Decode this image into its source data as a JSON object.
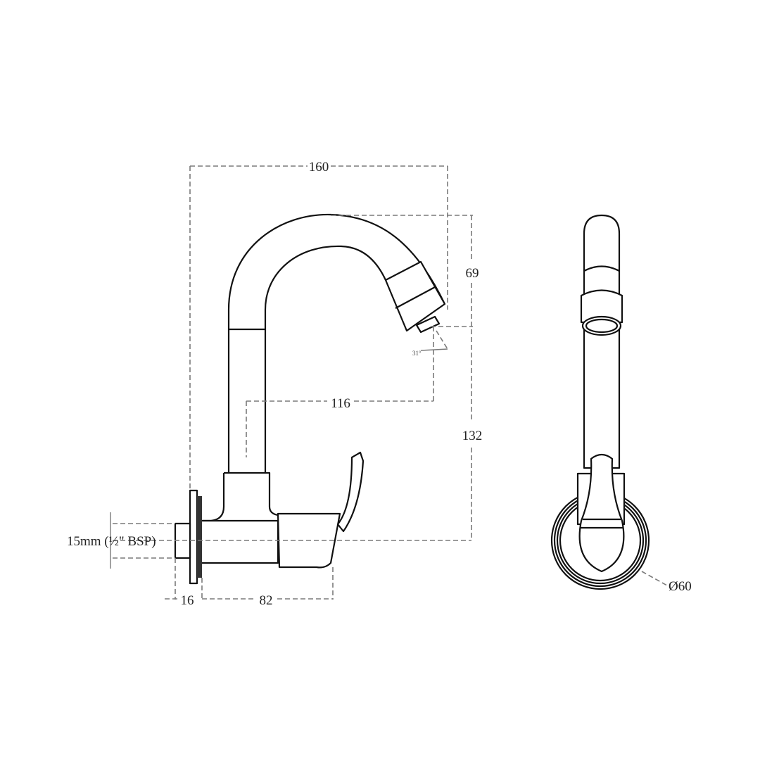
{
  "drawing": {
    "dimensions": {
      "overall_width": "160",
      "spout_drop": "69",
      "overall_height": "132",
      "spout_reach": "116",
      "inlet_size": "15mm (½\" BSP)",
      "flange_depth": "16",
      "body_length": "82",
      "flange_diameter": "Ø60",
      "spout_angle": "31°"
    },
    "line_color": "#111111",
    "dimension_color": "#7a7a7a"
  }
}
